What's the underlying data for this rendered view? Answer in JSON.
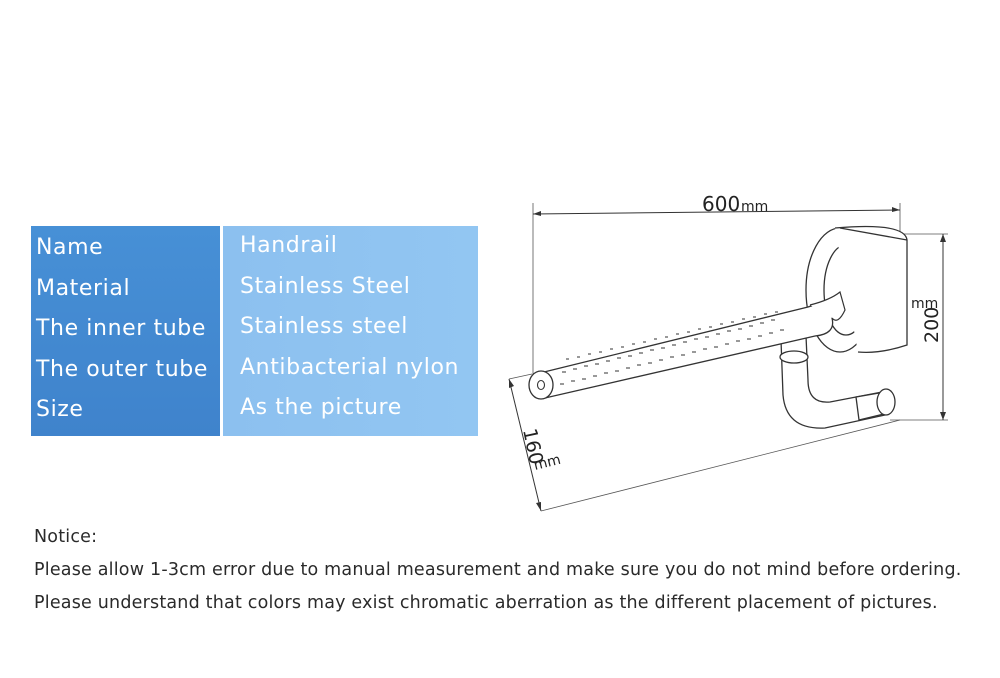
{
  "spec_table": {
    "rows": [
      {
        "label": "Name",
        "value": "Handrail"
      },
      {
        "label": "Material",
        "value": "Stainless Steel"
      },
      {
        "label": "The inner tube",
        "value": "Stainless steel"
      },
      {
        "label": "The outer tube",
        "value": "Antibacterial nylon"
      },
      {
        "label": "Size",
        "value": "As the picture"
      }
    ]
  },
  "diagram": {
    "width_value": "600",
    "width_unit": "mm",
    "height_value": "200",
    "height_unit": "mm",
    "depth_value": "160",
    "depth_unit": "mm"
  },
  "notice": {
    "title": "Notice:",
    "line1": "Please allow 1-3cm error due to manual measurement and make sure you do not mind before ordering.",
    "line2": "Please understand that colors may exist chromatic aberration as the different placement of pictures."
  }
}
